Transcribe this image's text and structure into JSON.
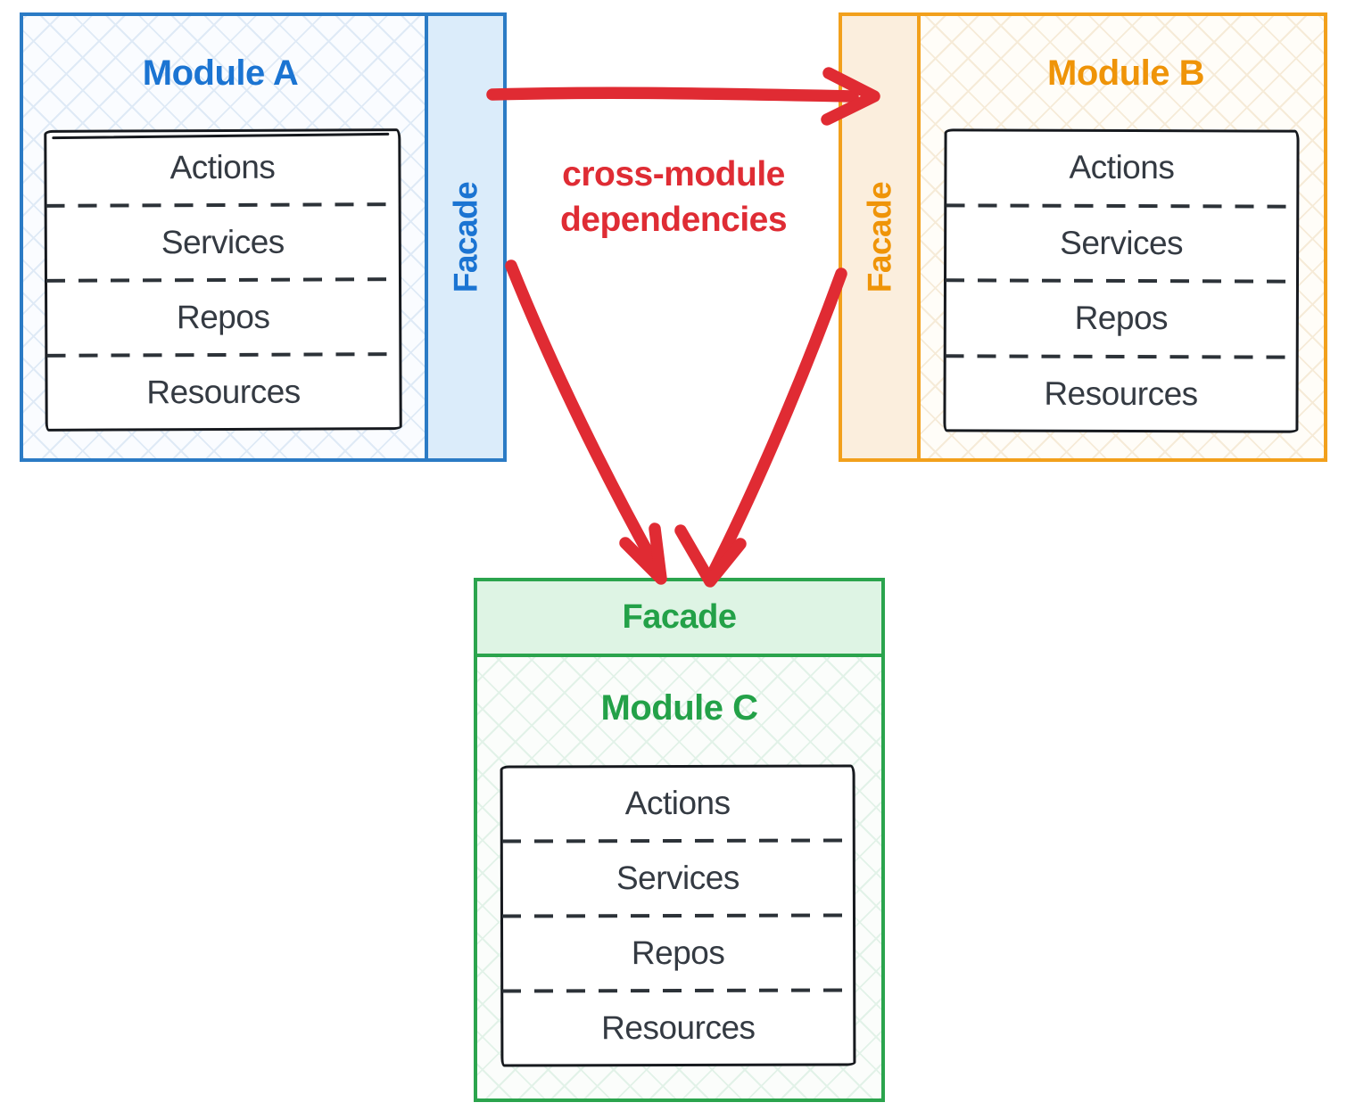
{
  "diagram": {
    "kind": "modular-architecture-facade-pattern",
    "annotation": {
      "line1": "cross-module",
      "line2": "dependencies"
    },
    "modules": [
      {
        "id": "module-a",
        "title": "Module A",
        "facade_label": "Facade",
        "facade_position": "right",
        "layers": [
          "Actions",
          "Services",
          "Repos",
          "Resources"
        ],
        "accent_color": "#1b74d2",
        "border_color": "#2b7bc5",
        "facade_fill": "#dbecfa"
      },
      {
        "id": "module-b",
        "title": "Module B",
        "facade_label": "Facade",
        "facade_position": "left",
        "layers": [
          "Actions",
          "Services",
          "Repos",
          "Resources"
        ],
        "accent_color": "#ef9408",
        "border_color": "#f2a01c",
        "facade_fill": "#fbeedd"
      },
      {
        "id": "module-c",
        "title": "Module C",
        "facade_label": "Facade",
        "facade_position": "top",
        "layers": [
          "Actions",
          "Services",
          "Repos",
          "Resources"
        ],
        "accent_color": "#23a148",
        "border_color": "#2ba44d",
        "facade_fill": "#def4e4"
      }
    ],
    "arrows": [
      {
        "from": "module-a-facade",
        "to": "module-b-facade"
      },
      {
        "from": "module-a-facade",
        "to": "module-c-facade"
      },
      {
        "from": "module-b-facade",
        "to": "module-c-facade"
      }
    ],
    "arrow_color": "#e02b33"
  }
}
